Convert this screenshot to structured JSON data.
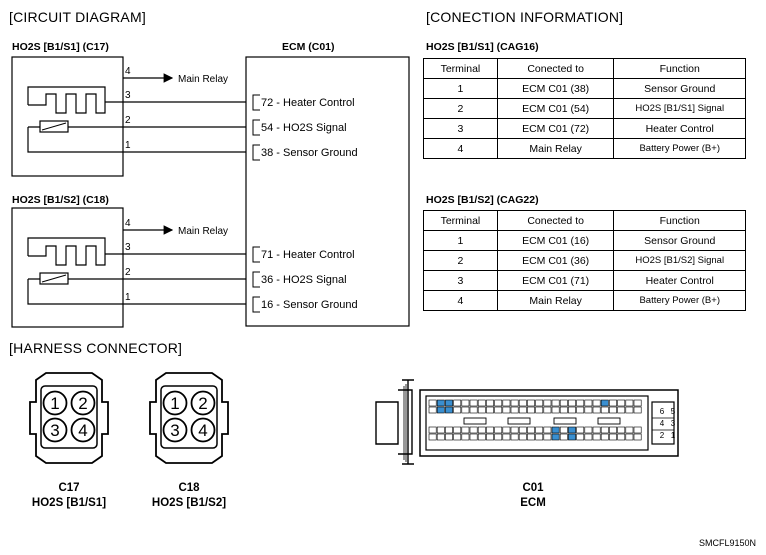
{
  "sections": {
    "circuit": "[CIRCUIT DIAGRAM]",
    "connection": "[CONECTION INFORMATION]",
    "harness": "[HARNESS CONNECTOR]"
  },
  "circuit": {
    "ecm_title": "ECM (C01)",
    "sensors": [
      {
        "title": "HO2S [B1/S1] (C17)",
        "pins": [
          "4",
          "3",
          "2",
          "1"
        ],
        "main_relay": "Main Relay",
        "ecm_pins": [
          "72 - Heater Control",
          "54 - HO2S Signal",
          "38 - Sensor Ground"
        ]
      },
      {
        "title": "HO2S [B1/S2] (C18)",
        "pins": [
          "4",
          "3",
          "2",
          "1"
        ],
        "main_relay": "Main Relay",
        "ecm_pins": [
          "71 - Heater Control",
          "36 - HO2S Signal",
          "16 - Sensor Ground"
        ]
      }
    ]
  },
  "connection": {
    "tables": [
      {
        "title": "HO2S [B1/S1] (CAG16)",
        "headers": [
          "Terminal",
          "Conected to",
          "Function"
        ],
        "rows": [
          [
            "1",
            "ECM C01 (38)",
            "Sensor Ground"
          ],
          [
            "2",
            "ECM C01 (54)",
            "HO2S [B1/S1] Signal"
          ],
          [
            "3",
            "ECM C01 (72)",
            "Heater Control"
          ],
          [
            "4",
            "Main Relay",
            "Battery Power (B+)"
          ]
        ]
      },
      {
        "title": "HO2S [B1/S2] (CAG22)",
        "headers": [
          "Terminal",
          "Conected to",
          "Function"
        ],
        "rows": [
          [
            "1",
            "ECM C01 (16)",
            "Sensor Ground"
          ],
          [
            "2",
            "ECM C01 (36)",
            "HO2S [B1/S2] Signal"
          ],
          [
            "3",
            "ECM C01 (71)",
            "Heater Control"
          ],
          [
            "4",
            "Main Relay",
            "Battery Power (B+)"
          ]
        ]
      }
    ]
  },
  "harness": {
    "connectors": [
      {
        "code": "C17",
        "name": "HO2S [B1/S1]",
        "pins": [
          "1",
          "2",
          "3",
          "4"
        ]
      },
      {
        "code": "C18",
        "name": "HO2S [B1/S2]",
        "pins": [
          "1",
          "2",
          "3",
          "4"
        ]
      }
    ],
    "ecm": {
      "code": "C01",
      "name": "ECM",
      "side_pins": [
        "6",
        "5",
        "4",
        "3",
        "2",
        "1"
      ]
    },
    "highlight_color": "#3a8fd0"
  },
  "footer": "SMCFL9150N"
}
